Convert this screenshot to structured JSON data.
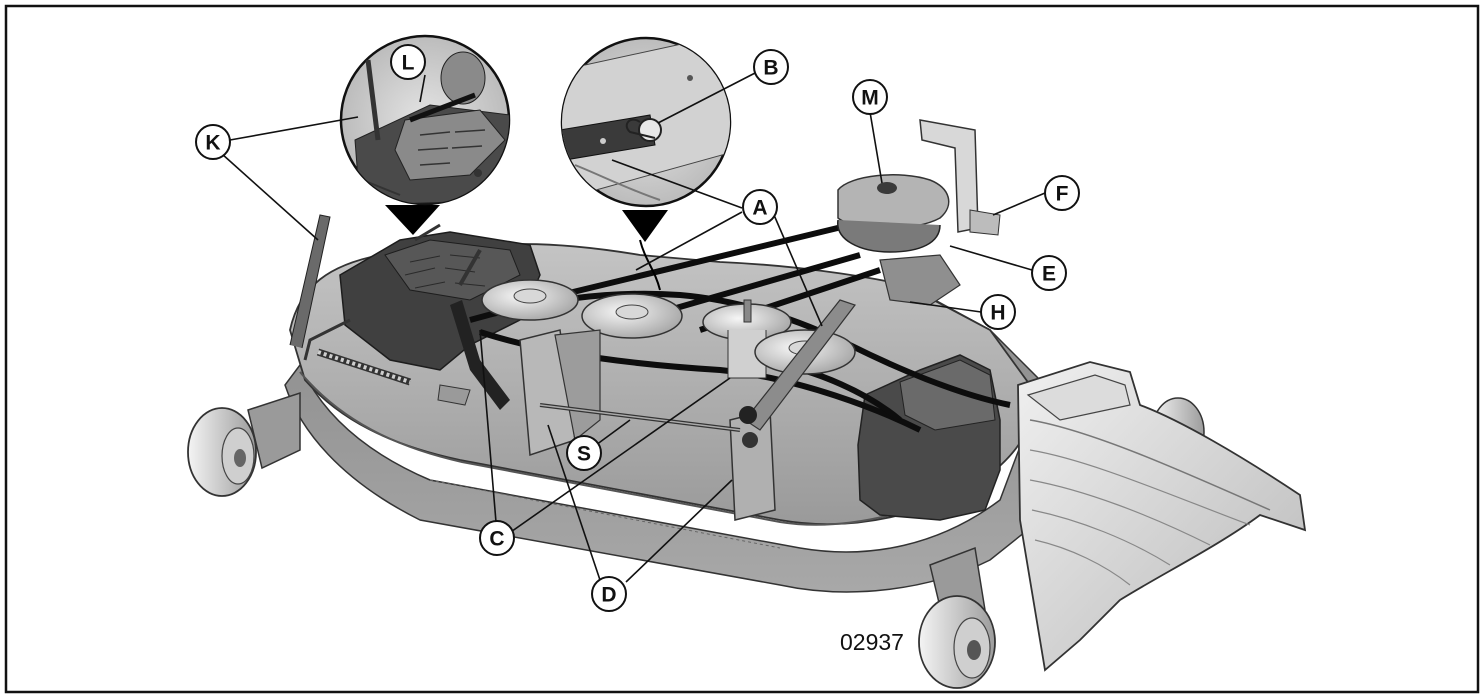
{
  "figure": {
    "number": "02937",
    "callouts": [
      {
        "id": "A",
        "label": "A"
      },
      {
        "id": "B",
        "label": "B"
      },
      {
        "id": "C",
        "label": "C"
      },
      {
        "id": "D",
        "label": "D"
      },
      {
        "id": "E",
        "label": "E"
      },
      {
        "id": "F",
        "label": "F"
      },
      {
        "id": "H",
        "label": "H"
      },
      {
        "id": "K",
        "label": "K"
      },
      {
        "id": "L",
        "label": "L"
      },
      {
        "id": "M",
        "label": "M"
      },
      {
        "id": "S",
        "label": "S"
      }
    ]
  }
}
